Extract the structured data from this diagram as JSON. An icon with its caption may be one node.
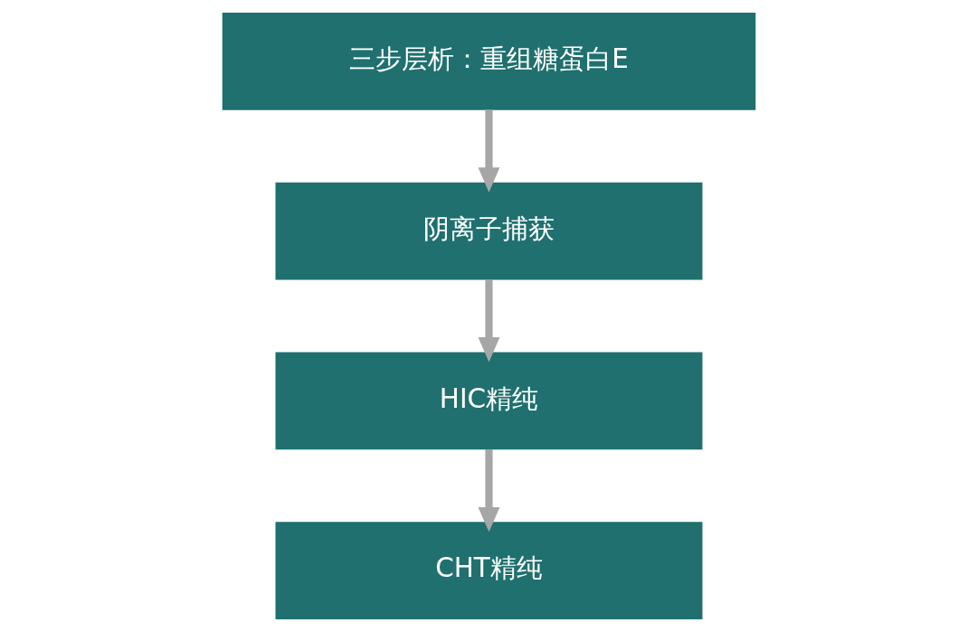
{
  "diagram": {
    "nodes": [
      {
        "text": [
          "三步层析：重组糖蛋白E"
        ]
      },
      {
        "text": [
          "阴离子捕获"
        ]
      },
      {
        "text": [
          "HIC精纯"
        ]
      },
      {
        "text": [
          "CHT精纯"
        ]
      }
    ],
    "edges": [
      {
        "from": 0,
        "to": 1,
        "arrow": "to"
      },
      {
        "from": 1,
        "to": 2,
        "arrow": "to"
      },
      {
        "from": 2,
        "to": 3,
        "arrow": "to"
      }
    ]
  }
}
